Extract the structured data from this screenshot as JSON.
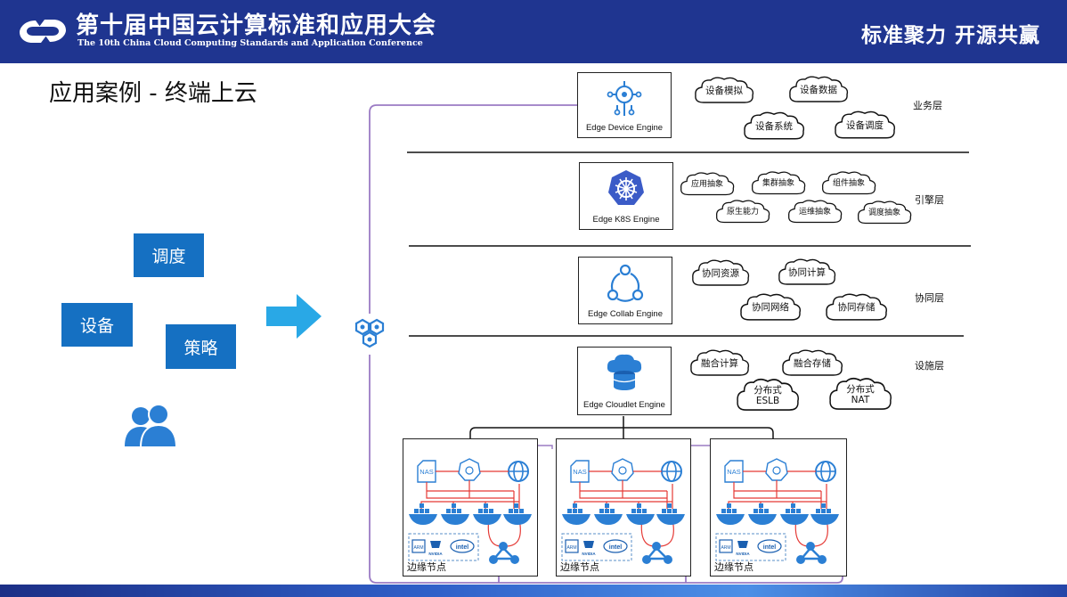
{
  "header": {
    "conference_title_cn": "第十届中国云计算标准和应用大会",
    "conference_title_en": "The 10th China Cloud Computing Standards and Application Conference",
    "slogan": "标准聚力 开源共赢",
    "bg_color": "#1f3590"
  },
  "slide": {
    "title": "应用案例 - 终端上云"
  },
  "left_panel": {
    "boxes": [
      {
        "label": "调度"
      },
      {
        "label": "设备"
      },
      {
        "label": "策略"
      }
    ],
    "box_color": "#1570c2",
    "icons": [
      "users-icon",
      "right-arrow-icon",
      "hub-icon"
    ]
  },
  "layers": [
    {
      "engine": "Edge Device Engine",
      "layer_name": "业务层",
      "items": [
        "设备模拟",
        "设备数据",
        "设备系统",
        "设备调度"
      ]
    },
    {
      "engine": "Edge K8S Engine",
      "layer_name": "引擎层",
      "items": [
        "应用抽象",
        "集群抽象",
        "组件抽象",
        "原生能力",
        "运维抽象",
        "调度抽象"
      ]
    },
    {
      "engine": "Edge Collab Engine",
      "layer_name": "协同层",
      "items": [
        "协同资源",
        "协同计算",
        "协同网络",
        "协同存储"
      ]
    },
    {
      "engine": "Edge Cloudlet Engine",
      "layer_name": "设施层",
      "items": [
        "融合计算",
        "融合存储",
        "分布式\nESLB",
        "分布式\nNAT"
      ]
    }
  ],
  "edge_nodes": {
    "label": "边缘节点",
    "count": 3,
    "nas_label": "NAS",
    "chips": [
      "ARM",
      "NVIDIA",
      "intel"
    ]
  },
  "colors": {
    "accent_blue": "#1570c2",
    "icon_blue": "#2b7fd4",
    "connector_purple": "#9b7bc4",
    "link_red": "#e53935"
  }
}
